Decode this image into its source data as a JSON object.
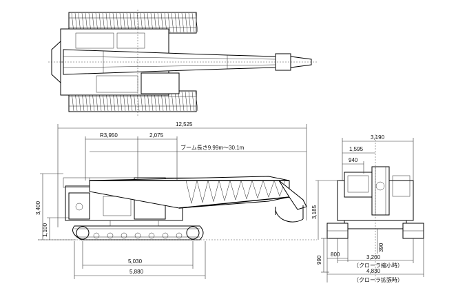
{
  "dimensions": {
    "overall_length": "12,525",
    "rear_radius": "R3,950",
    "front_offset": "2,075",
    "boom_length": "ブーム長さ9.99m～30.1m",
    "height": "3,400",
    "track_height": "1,100",
    "tumbler_length": "5,030",
    "track_length": "5,880",
    "overall_width": "3,190",
    "cab_width": "1,595",
    "cab_offset": "940",
    "body_height": "3,185",
    "shoe_width": "800",
    "ground_clearance": "990",
    "gauge_retracted": "3,200",
    "gauge_retracted_label": "（クローラ縮小時）",
    "clearance_390": "390",
    "gauge_extended": "4,830",
    "gauge_extended_label": "（クローラ拡張時）"
  }
}
